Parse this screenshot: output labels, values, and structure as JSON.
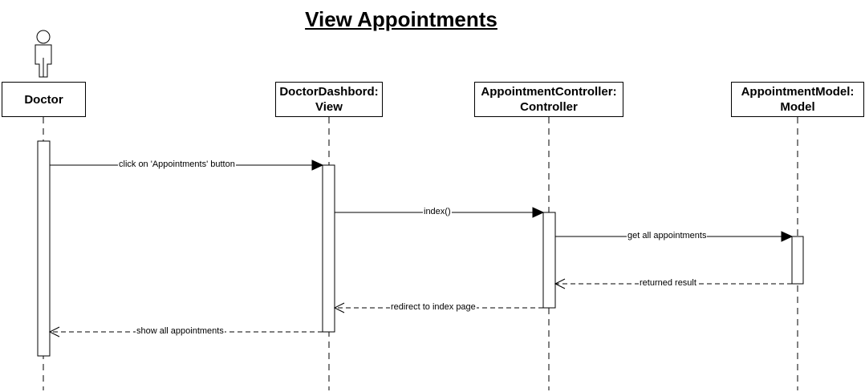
{
  "title": "View Appointments",
  "lifelines": [
    {
      "id": "doctor",
      "line1": "Doctor",
      "line2": "",
      "is_actor": true
    },
    {
      "id": "view",
      "line1": "DoctorDashbord:",
      "line2": "View"
    },
    {
      "id": "controller",
      "line1": "AppointmentController:",
      "line2": "Controller"
    },
    {
      "id": "model",
      "line1": "AppointmentModel:",
      "line2": "Model"
    }
  ],
  "messages": [
    {
      "from": "doctor",
      "to": "view",
      "label": "click on 'Appointments' button",
      "kind": "sync"
    },
    {
      "from": "view",
      "to": "controller",
      "label": "index()",
      "kind": "sync"
    },
    {
      "from": "controller",
      "to": "model",
      "label": "get all appointments",
      "kind": "sync"
    },
    {
      "from": "model",
      "to": "controller",
      "label": "returned result",
      "kind": "return"
    },
    {
      "from": "controller",
      "to": "view",
      "label": "redirect to index page",
      "kind": "return"
    },
    {
      "from": "view",
      "to": "doctor",
      "label": "show all appointments",
      "kind": "return"
    }
  ]
}
